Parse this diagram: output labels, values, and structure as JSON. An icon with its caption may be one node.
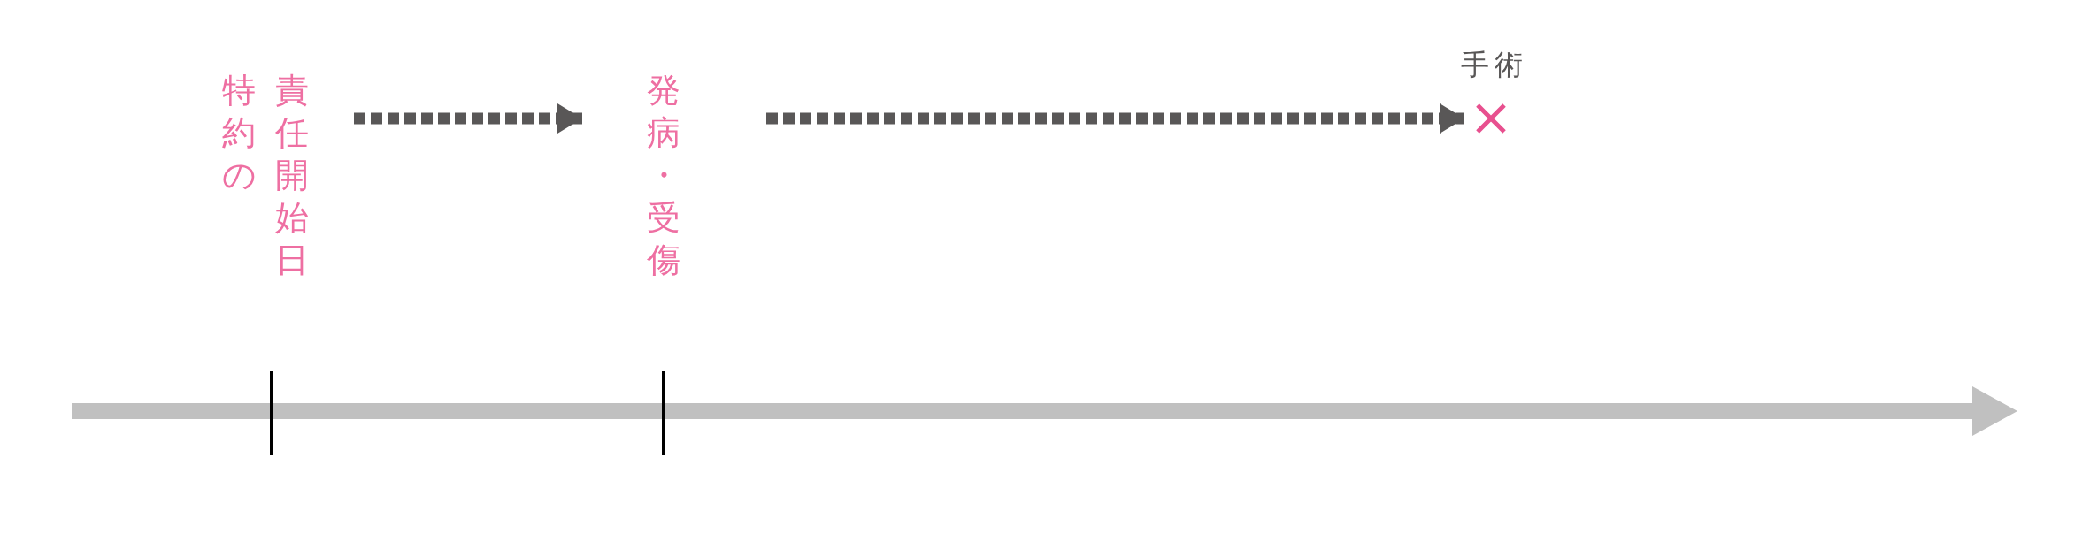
{
  "diagram": {
    "nodes": [
      {
        "text": [
          "特約の",
          "責任開始日"
        ]
      },
      {
        "text": [
          "発病・受傷"
        ]
      },
      {
        "text": [
          "手術"
        ]
      }
    ],
    "edges": [
      {
        "from": 0,
        "to": 1,
        "arrow": "to",
        "style": "dashed"
      },
      {
        "from": 1,
        "to": 2,
        "arrow": "to",
        "style": "dashed"
      }
    ]
  }
}
